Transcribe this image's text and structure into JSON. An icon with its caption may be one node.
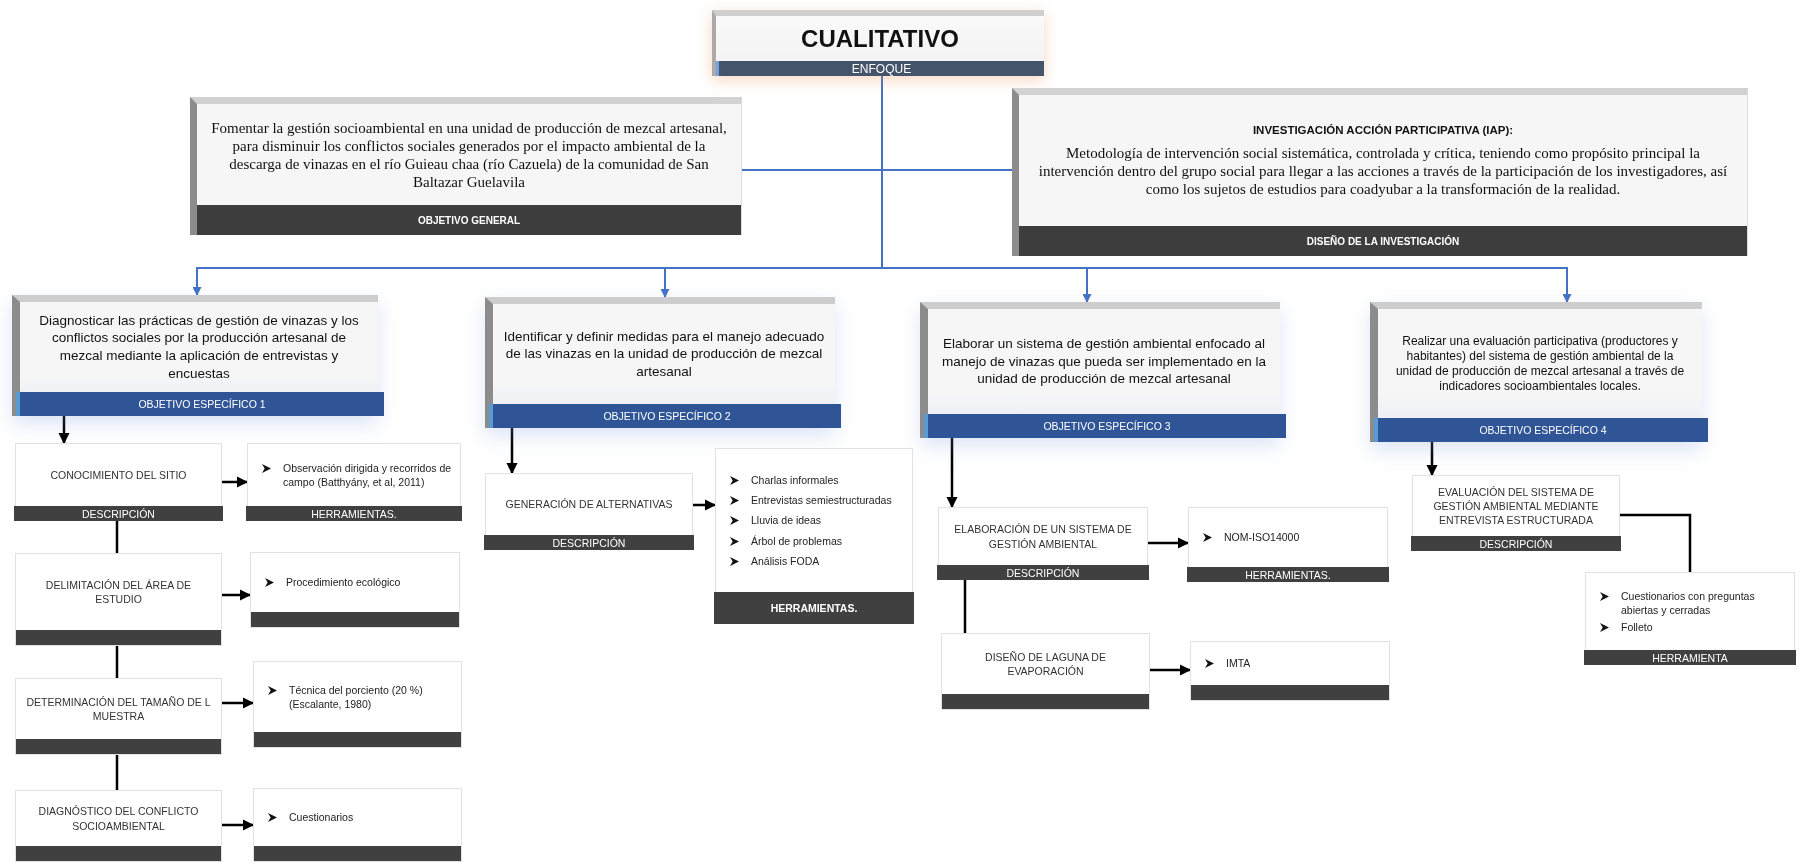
{
  "diagram": {
    "nodes": [
      {
        "text": [
          "CUALITATIVO",
          "ENFOQUE"
        ]
      },
      {
        "text": [
          "Fomentar la gestión socioambiental en una unidad de producción de mezcal artesanal, para disminuir los conflictos sociales generados por el impacto ambiental de la descarga de vinazas en el río Guieau chaa (río Cazuela) de la comunidad de San Baltazar Guelavila",
          "OBJETIVO GENERAL"
        ]
      },
      {
        "text": [
          "INVESTIGACIÓN ACCIÓN PARTICIPATIVA (IAP):",
          "Metodología de intervención social sistemática, controlada y crítica, teniendo como propósito principal la intervención dentro del grupo social para llegar a las acciones a través de la participación de los investigadores, así como los sujetos de estudios para coadyubar a la transformación de la realidad.",
          "DISEÑO DE LA INVESTIGACIÓN"
        ]
      },
      {
        "text": [
          "Diagnosticar las prácticas de gestión de vinazas y los conflictos sociales por la producción artesanal de mezcal mediante la aplicación de entrevistas y encuestas",
          "OBJETIVO ESPECÍFICO 1"
        ]
      },
      {
        "text": [
          "Identificar y definir medidas para el manejo adecuado de las vinazas en la unidad de producción de mezcal artesanal",
          "OBJETIVO ESPECÍFICO 2"
        ]
      },
      {
        "text": [
          "Elaborar un sistema de gestión ambiental enfocado al manejo de vinazas que pueda ser implementado en la unidad de producción de mezcal artesanal",
          "OBJETIVO ESPECÍFICO 3"
        ]
      },
      {
        "text": [
          "Realizar una evaluación participativa (productores y habitantes) del sistema de gestión ambiental de la unidad de producción de mezcal artesanal a través de indicadores socioambientales locales.",
          "OBJETIVO ESPECÍFICO 4"
        ]
      },
      {
        "text": [
          "CONOCIMIENTO DEL SITIO",
          "DESCRIPCIÓN"
        ]
      },
      {
        "text": [
          "Observación dirigida y recorridos de campo (Batthyány, et al, 2011)",
          "HERRAMIENTAS."
        ]
      },
      {
        "text": [
          "DELIMITACIÓN DEL ÁREA DE ESTUDIO"
        ]
      },
      {
        "text": [
          "Procedimiento ecológico"
        ]
      },
      {
        "text": [
          "DETERMINACIÓN DEL TAMAÑO DE L MUESTRA"
        ]
      },
      {
        "text": [
          "Técnica del porciento (20 %) (Escalante, 1980)"
        ]
      },
      {
        "text": [
          "DIAGNÓSTICO DEL CONFLICTO SOCIOAMBIENTAL"
        ]
      },
      {
        "text": [
          "Cuestionarios"
        ]
      },
      {
        "text": [
          "GENERACIÓN DE ALTERNATIVAS",
          "DESCRIPCIÓN"
        ]
      },
      {
        "text": [
          "Charlas informales",
          "Entrevistas semiestructuradas",
          "Lluvia de ideas",
          "Árbol de problemas",
          "Análisis FODA",
          "HERRAMIENTAS."
        ]
      },
      {
        "text": [
          "ELABORACIÓN DE UN SISTEMA DE GESTIÓN AMBIENTAL",
          "DESCRIPCIÓN"
        ]
      },
      {
        "text": [
          "NOM-ISO14000",
          "HERRAMIENTAS."
        ]
      },
      {
        "text": [
          "DISEÑO DE LAGUNA DE EVAPORACIÓN"
        ]
      },
      {
        "text": [
          "IMTA"
        ]
      },
      {
        "text": [
          "EVALUACIÓN DEL SISTEMA DE GESTIÓN AMBIENTAL MEDIANTE ENTREVISTA ESTRUCTURADA",
          "DESCRIPCIÓN"
        ]
      },
      {
        "text": [
          "Cuestionarios con preguntas abiertas y cerradas",
          "Folleto",
          "HERRAMIENTA"
        ]
      }
    ],
    "edges": [
      {
        "from": 0,
        "to": 1,
        "arrow": "none",
        "color": "#4472c4"
      },
      {
        "from": 0,
        "to": 2,
        "arrow": "none",
        "color": "#4472c4"
      },
      {
        "from": 0,
        "to": 3,
        "arrow": "to",
        "color": "#4472c4"
      },
      {
        "from": 0,
        "to": 4,
        "arrow": "to",
        "color": "#4472c4"
      },
      {
        "from": 0,
        "to": 5,
        "arrow": "to",
        "color": "#4472c4"
      },
      {
        "from": 0,
        "to": 6,
        "arrow": "to",
        "color": "#4472c4"
      },
      {
        "from": 3,
        "to": 7,
        "arrow": "to"
      },
      {
        "from": 7,
        "to": 8,
        "arrow": "to"
      },
      {
        "from": 7,
        "to": 9,
        "arrow": "none"
      },
      {
        "from": 9,
        "to": 10,
        "arrow": "to"
      },
      {
        "from": 9,
        "to": 11,
        "arrow": "none"
      },
      {
        "from": 11,
        "to": 12,
        "arrow": "to"
      },
      {
        "from": 11,
        "to": 13,
        "arrow": "none"
      },
      {
        "from": 13,
        "to": 14,
        "arrow": "to"
      },
      {
        "from": 4,
        "to": 15,
        "arrow": "to"
      },
      {
        "from": 15,
        "to": 16,
        "arrow": "to"
      },
      {
        "from": 5,
        "to": 17,
        "arrow": "to"
      },
      {
        "from": 17,
        "to": 18,
        "arrow": "to"
      },
      {
        "from": 17,
        "to": 19,
        "arrow": "none"
      },
      {
        "from": 19,
        "to": 20,
        "arrow": "to"
      },
      {
        "from": 6,
        "to": 21,
        "arrow": "to"
      },
      {
        "from": 21,
        "to": 22,
        "arrow": "none"
      }
    ]
  }
}
